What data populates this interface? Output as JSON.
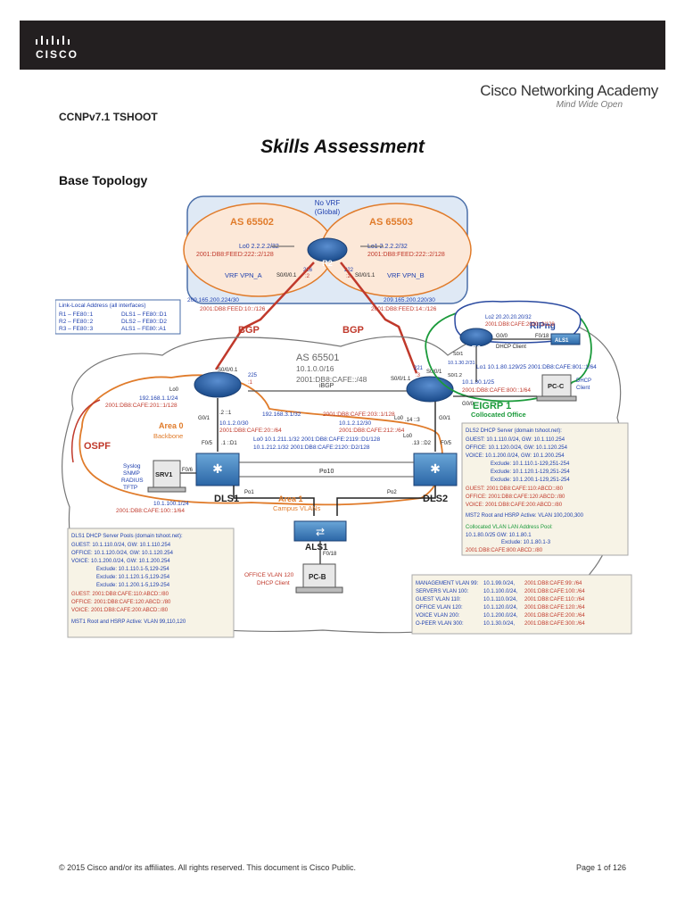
{
  "header": {
    "logo_text": "CISCO",
    "academy_name": "Cisco Networking Academy",
    "academy_tagline": "Mind Wide Open"
  },
  "course": "CCNPv7.1 TSHOOT",
  "title": "Skills Assessment",
  "section": "Base Topology",
  "diagram": {
    "vrf_box": {
      "label1": "No VRF",
      "label2": "(Global)"
    },
    "as_65502": "AS 65502",
    "as_65503": "AS 65503",
    "r2_top": "R2",
    "lo0": "Lo0 2.2.2.2/32",
    "lo0_v6": "2001:DB8:FEED:222::2/128",
    "lo1": "Lo1 2.2.2.2/32",
    "lo1_v6": "2001:DB8:FEED:222::2/128",
    "vrf_a": "VRF VPN_A",
    "vrf_b": "VRF VPN_B",
    "s001": "S0/0/0.1",
    "s011": "S0/0/1.1",
    "n226": "226",
    "n222": "222",
    "n2a": ":2",
    "n2b": ":2",
    "ll_title": "Link-Local Address (all interfaces)",
    "ll_r1": "R1 – FE80::1",
    "ll_r2": "R2 – FE80::2",
    "ll_r3": "R3 – FE80::3",
    "ll_dls1": "DLS1 – FE80::D1",
    "ll_dls2": "DLS2 – FE80::D2",
    "ll_als1": "ALS1 – FE80::A1",
    "net_left": "209.165.200.224/30",
    "net_left_v6": "2001:DB8:FEED:10::/126",
    "net_right": "209.165.200.220/30",
    "net_right_v6": "2001:DB8:FEED:14::/126",
    "bgp_left": "BGP",
    "bgp_right": "BGP",
    "as_65501": "AS 65501",
    "as_net": "10.1.0.0/16",
    "as_net_v6": "2001:DB8:CAFE::/48",
    "ibgp": "iBGP",
    "r1": "R1",
    "r3": "R3",
    "r1_s001": "S0/0/0.1",
    "r1_225": "225",
    "r1_1": ":1",
    "r1_lo0": "Lo0",
    "r1_lo0_ip": "192.168.1.1/24",
    "r1_lo0_v6": "2001:DB8:CAFE:201::1/128",
    "r1_g01": "G0/1",
    "r1_21": ".2 ::1",
    "r3_221": "221",
    "r3_3": ":3",
    "r3_s001": "S0/0/1.1",
    "r3_s0": "S0/0/1",
    "r3_lo0": "Lo0",
    "r3_lo0_ip": "192.168.3.1/32",
    "r3_lo0_v6": "2001:DB8:CAFE:203::1/128",
    "r3_g01": "G0/1",
    "r3_143": ".14 ::3",
    "r3_net": "10.1.80.1/25",
    "r3_net_v6": "2001:DB8:CAFE:800::1/64",
    "r3_g00": "G0/0",
    "link_r1_dls1": "10.1.2.0/30",
    "link_r1_dls1_v6": "2001:DB8:CAFE:20::/64",
    "link_r3_dls2": "10.1.2.12/30",
    "link_r3_dls2_v6": "2001:DB8:CAFE:212::/64",
    "area0": "Area 0",
    "backbone": "Backbone",
    "ospf": "OSPF",
    "f05a": "F0/5",
    "d1": ".1 ::D1",
    "f05b": "F0/5",
    "d2": ".13 ::D2",
    "dls1_lo0": "Lo0  10.1.211.1/32  2001:DB8:CAFE:2119::D1/128",
    "dls2_lo0": "10.1.212.1/32  2001:DB8:CAFE:2120::D2/128",
    "dls2_lo": "Lo0",
    "po10": "Po10",
    "po1": "Po1",
    "po2": "Po2",
    "dls1": "DLS1",
    "dls2": "DLS2",
    "area1": "Area 1",
    "campus": "Campus VLANs",
    "als1": "ALS1",
    "f018": "F0/18",
    "pcb": "PC-B",
    "pcb_l1": "OFFICE VLAN 120",
    "pcb_l2": "DHCP Client",
    "srv1": "SRV1",
    "srv1_f06": "F0/6",
    "srv_svc1": "Syslog",
    "srv_svc2": "SNMP",
    "srv_svc3": "RADIUS",
    "srv_svc4": "TFTP",
    "srv1_ip": "10.1.100.1/24",
    "srv1_v6": "2001:DB8:CAFE:100::1/64",
    "ripng": "RIPng",
    "r2b": "R2",
    "r2b_lo2": "Lo2 20.20.20.20/32",
    "r2b_lo2_v6": "2001:DB8:CAFE:2020::2/128",
    "r2b_g00": "G0/0",
    "r2b_f018": "F0/18",
    "dhcp_client": "DHCP Client",
    "als1b": "ALS1",
    "r3_lo1": "Lo1 10.1.80.129/25  2001:DB8:CAFE:801::1/64",
    "r3_s1_net": "10.1.30.2/31",
    "r3_s1_a": "S0/1",
    "r3_s1_b": "S0/1.2",
    "pcc": "PC-C",
    "pcc_l1": "DHCP",
    "pcc_l2": "Client",
    "eigrp": "EIGRP 1",
    "collocated": "Collocated Office",
    "dls2_dhcp_title": "DLS2 DHCP Server (domain tshoot.net):",
    "dls2_dhcp": [
      "GUEST:  10.1.110.0/24, GW: 10.1.110.254",
      "OFFICE: 10.1.120.0/24, GW: 10.1.120.254",
      "VOICE:     10.1.200.0/24, GW: 10.1.200.254",
      "Exclude: 10.1.110.1-129,251-254",
      "Exclude: 10.1.120.1-129,251-254",
      "Exclude: 10.1.200.1-129,251-254"
    ],
    "dls2_v6": [
      "GUEST:  2001:DB8:CAFE:110:ABCD::/80",
      "OFFICE: 2001:DB8:CAFE:120:ABCD::/80",
      "VOICE:   2001:DB8:CAFE:200:ABCD::/80"
    ],
    "dls2_mst": "MST2 Root and HSRP Active: VLAN 100,200,300",
    "coll_pool_title": "Collocated VLAN LAN Address Pool:",
    "coll_pool1": "10.1.80.0/25  GW: 10.1.80.1",
    "coll_pool2": "Exclude: 10.1.80.1-3",
    "coll_pool3": "2001:DB8:CAFE:800:ABCD::/80",
    "dls1_dhcp_title": "DLS1 DHCP Server Pools (domain tshoot.net):",
    "dls1_dhcp": [
      "GUEST:  10.1.110.0/24, GW: 10.1.110.254",
      "OFFICE: 10.1.120.0/24, GW: 10.1.120.254",
      "VOICE:  10.1.200.0/24, GW: 10.1.200.254",
      "Exclude: 10.1.110.1-5,129-254",
      "Exclude: 10.1.120.1-5,129-254",
      "Exclude: 10.1.200.1-5,129-254"
    ],
    "dls1_v6": [
      "GUEST:  2001:DB8:CAFE:110:ABCD::/80",
      "OFFICE: 2001:DB8:CAFE:120:ABCD::/80",
      "VOICE:  2001:DB8:CAFE:200:ABCD::/80"
    ],
    "dls1_mst": "MST1 Root and HSRP Active: VLAN 99,110,120",
    "vlans": [
      [
        "MANAGEMENT VLAN 99:",
        "10.1.99.0/24,",
        "2001:DB8:CAFE:99::/64"
      ],
      [
        "SERVERS VLAN 100:",
        "10.1.100.0/24,",
        "2001:DB8:CAFE:100::/64"
      ],
      [
        "GUEST VLAN 110:",
        "10.1.110.0/24,",
        "2001:DB8:CAFE:110::/64"
      ],
      [
        "OFFICE VLAN 120:",
        "10.1.120.0/24,",
        "2001:DB8:CAFE:120::/64"
      ],
      [
        "VOICE VLAN 200:",
        "10.1.200.0/24,",
        "2001:DB8:CAFE:200::/64"
      ],
      [
        "O-PEER VLAN 300:",
        "10.1.30.0/24,",
        "2001:DB8:CAFE:300::/64"
      ]
    ],
    "colors": {
      "bgp_red": "#c0392b",
      "eigrp_green": "#1a9a3a",
      "ripng_blue": "#2a4aa0",
      "area_orange": "#e07b2a",
      "label_blue": "#1e3fae"
    }
  },
  "footer": {
    "copyright": "© 2015 Cisco and/or its affiliates. All rights reserved. This document is Cisco Public.",
    "page": "Page 1 of 126"
  }
}
